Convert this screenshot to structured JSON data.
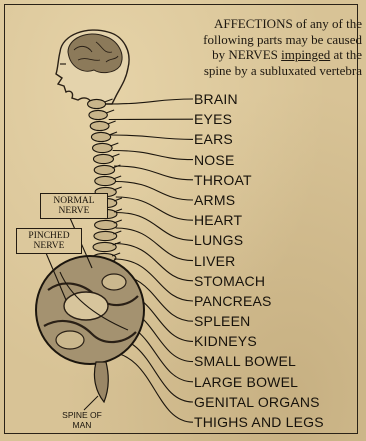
{
  "heading": {
    "line1": "AFFECTIONS of any of the",
    "line2": "following parts may be caused",
    "line3_pre": "by NERVES ",
    "line3_em": "impinged",
    "line3_post": " at the",
    "line4": "spine by a subluxated vertebra"
  },
  "organs": [
    "BRAIN",
    "EYES",
    "EARS",
    "NOSE",
    "THROAT",
    "ARMS",
    "HEART",
    "LUNGS",
    "LIVER",
    "STOMACH",
    "PANCREAS",
    "SPLEEN",
    "KIDNEYS",
    "SMALL BOWEL",
    "LARGE BOWEL",
    "GENITAL ORGANS",
    "THIGHS AND LEGS"
  ],
  "callouts": {
    "normal_line1": "NORMAL",
    "normal_line2": "NERVE",
    "pinched_line1": "PINCHED",
    "pinched_line2": "NERVE"
  },
  "spine_caption": {
    "line1": "SPINE OF",
    "line2": "MAN"
  },
  "colors": {
    "paper": "#d8c396",
    "ink": "#1e1810"
  }
}
